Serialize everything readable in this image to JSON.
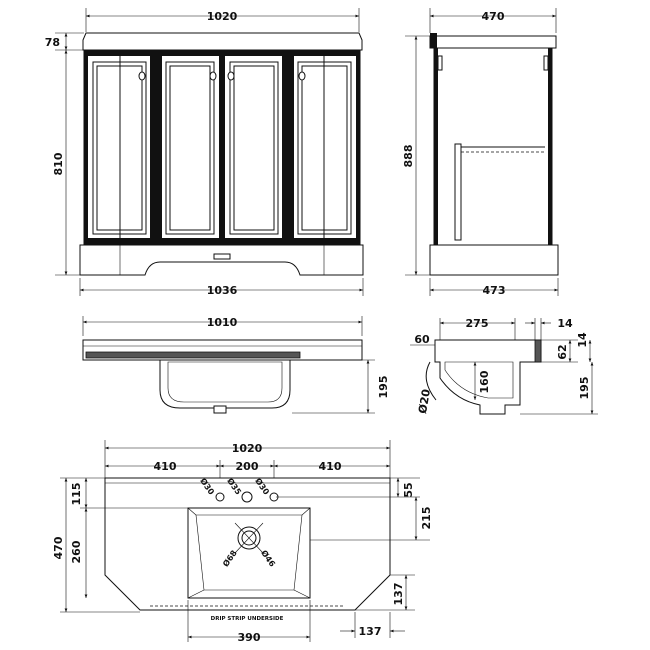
{
  "front_view": {
    "width_top": "1020",
    "top_height": "78",
    "height": "810",
    "width_base": "1036"
  },
  "side_view": {
    "depth_top": "470",
    "height": "888",
    "depth_base": "473"
  },
  "basin_front": {
    "width": "1010",
    "bowl_depth": "195"
  },
  "basin_section": {
    "depth_inner": "275",
    "lip": "14",
    "rim": "60",
    "rim_height": "62",
    "lip_right": "14",
    "bowl_height": "160",
    "outer_height": "195",
    "waste_dia": "Ø20"
  },
  "plan_view": {
    "width": "1020",
    "left_offset": "410",
    "tap_spacing": "200",
    "right_offset": "410",
    "front_offset": "115",
    "back_offset": "55",
    "bowl_offset": "215",
    "depth": "470",
    "bowl_depth": "260",
    "corner_vertical": "137",
    "corner_horizontal": "137",
    "bowl_width": "390",
    "tap_hole_1": "Ø30",
    "tap_hole_2": "Ø35",
    "tap_hole_3": "Ø30",
    "waste_outer": "Ø68",
    "waste_inner": "Ø46",
    "drip_strip_note": "DRIP STRIP UNDERSIDE"
  }
}
